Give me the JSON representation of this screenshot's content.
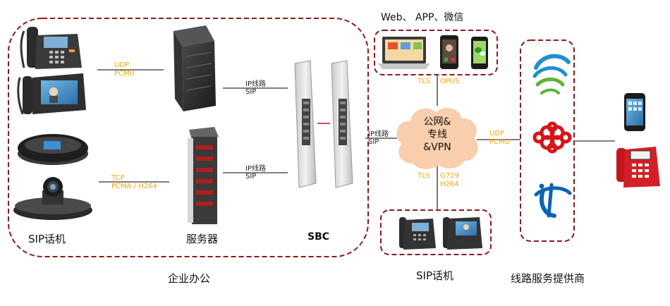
{
  "enterprise": {
    "label": "企业办公",
    "sip_phone_label": "SIP话机",
    "server_label": "服务器",
    "sbc_label": "SBC"
  },
  "links": {
    "phone_server_1": [
      "UDP",
      "PCMU"
    ],
    "phone_server_2": [
      "TCP",
      "PCMA / H264"
    ],
    "server_sbc_1": [
      "IP线路",
      "SIP"
    ],
    "server_sbc_2": [
      "IP线路",
      "SIP"
    ],
    "sbc_cloud": [
      "IP线路",
      "SIP"
    ],
    "clients_cloud_left": "TLS",
    "clients_cloud_right": "OPUS",
    "cloud_phones_left": "TLS",
    "cloud_phones_right": [
      "G729",
      "H264"
    ],
    "cloud_carrier": [
      "UDP",
      "PCMU"
    ]
  },
  "cloud": {
    "lines": [
      "公网&",
      "专线",
      "&VPN"
    ]
  },
  "clients": {
    "label": "Web、 APP、微信"
  },
  "remote_phones": {
    "label": "SIP话机"
  },
  "carriers": {
    "label": "线路服务提供商"
  },
  "colors": {
    "dashed_border": "#8b1a1a",
    "protocol_text": "#f2a900",
    "cloud_fill": "#f7c9a3",
    "unicom_red": "#d7141a",
    "telecom_blue": "#0a64b4",
    "mobile_blue": "#1f8fd0",
    "mobile_green": "#5bb531"
  },
  "icons": [
    "desk-phone-icon",
    "video-phone-icon",
    "conference-phone-icon",
    "conference-camera-icon",
    "rack-server-icon",
    "tower-server-icon",
    "sbc-appliance-icon",
    "laptop-icon",
    "smartphone-icon",
    "wechat-icon",
    "china-mobile-logo",
    "china-unicom-logo",
    "china-telecom-logo",
    "mobile-phone-icon",
    "red-desk-phone-icon"
  ]
}
